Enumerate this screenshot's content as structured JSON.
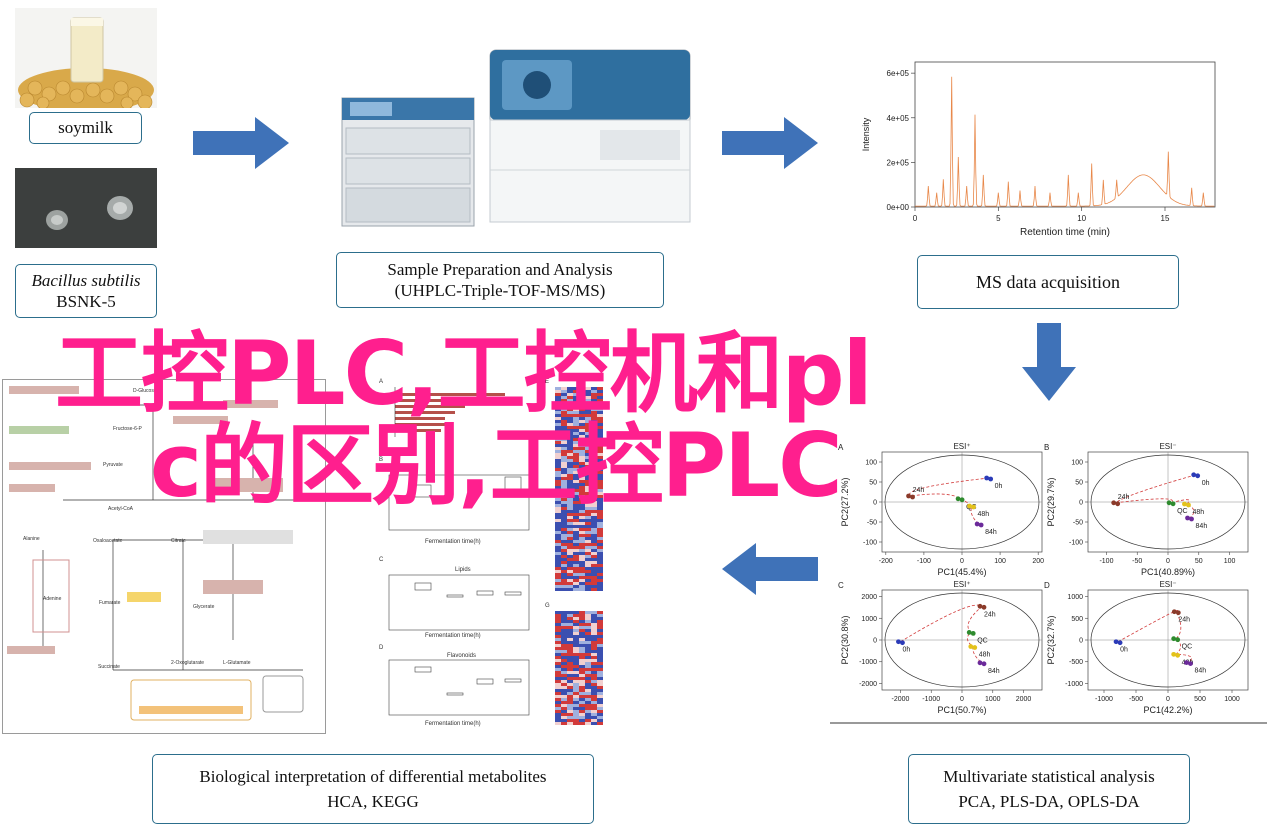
{
  "inputs": {
    "soymilk_label": "soymilk",
    "bacillus_italic": "Bacillus subtilis",
    "bacillus_strain": "BSNK-5"
  },
  "steps": {
    "sample_title": "Sample Preparation and Analysis",
    "sample_sub": "(UHPLC-Triple-TOF-MS/MS)",
    "ms_title": "MS data acquisition",
    "bio_title": "Biological interpretation of differential metabolites",
    "bio_sub": "HCA, KEGG",
    "multi_title": "Multivariate statistical analysis",
    "multi_sub": "PCA, PLS-DA, OPLS-DA"
  },
  "overlay": {
    "line1": "工控PLC,工控机和pl",
    "line2": "c的区别,工控PLC"
  },
  "colors": {
    "arrow": "#3f72b8",
    "box_border": "#2c6e8c",
    "overlay": "#ff1f8e",
    "spectrum": "#e8884a"
  },
  "chart_data": [
    {
      "type": "line",
      "xlabel": "Retention time (min)",
      "ylabel": "Intensity",
      "x_ticks": [
        "0",
        "5",
        "10",
        "15"
      ],
      "y_ticks": [
        "0e+00",
        "2e+05",
        "4e+05",
        "6e+05"
      ],
      "xlim": [
        0,
        18
      ],
      "ylim": [
        0,
        650000
      ],
      "peaks": [
        {
          "x": 0.8,
          "y": 90000
        },
        {
          "x": 1.3,
          "y": 60000
        },
        {
          "x": 1.7,
          "y": 120000
        },
        {
          "x": 2.2,
          "y": 580000
        },
        {
          "x": 2.6,
          "y": 220000
        },
        {
          "x": 3.1,
          "y": 90000
        },
        {
          "x": 3.6,
          "y": 410000
        },
        {
          "x": 4.1,
          "y": 140000
        },
        {
          "x": 5.0,
          "y": 60000
        },
        {
          "x": 5.6,
          "y": 110000
        },
        {
          "x": 6.3,
          "y": 70000
        },
        {
          "x": 7.2,
          "y": 90000
        },
        {
          "x": 8.1,
          "y": 60000
        },
        {
          "x": 9.2,
          "y": 140000
        },
        {
          "x": 9.8,
          "y": 60000
        },
        {
          "x": 10.6,
          "y": 190000
        },
        {
          "x": 11.3,
          "y": 110000
        },
        {
          "x": 12.1,
          "y": 80000
        },
        {
          "x": 15.2,
          "y": 200000
        },
        {
          "x": 16.6,
          "y": 80000
        },
        {
          "x": 17.3,
          "y": 60000
        }
      ],
      "hump": {
        "center": 13.7,
        "height": 140000,
        "width": 1.4
      }
    },
    {
      "type": "scatter",
      "panel": "A",
      "title": "ESI⁺",
      "xlabel": "PC1(45.4%)",
      "ylabel": "PC2(27.2%)",
      "x_ticks": [
        "-200",
        "-100",
        "0",
        "100",
        "200"
      ],
      "y_ticks": [
        "100",
        "50",
        "0",
        "-50",
        "-100"
      ],
      "xlim": [
        -210,
        210
      ],
      "ylim": [
        -125,
        125
      ],
      "groups": [
        {
          "name": "0h",
          "x": 70,
          "y": 60,
          "color": "#2b3bb8"
        },
        {
          "name": "24h",
          "x": -135,
          "y": 15,
          "color": "#8b3a2a"
        },
        {
          "name": "QC",
          "x": -5,
          "y": 8,
          "color": "#2e8b2e"
        },
        {
          "name": "48h",
          "x": 25,
          "y": -10,
          "color": "#e3c21b"
        },
        {
          "name": "84h",
          "x": 45,
          "y": -55,
          "color": "#6b2a9a"
        }
      ]
    },
    {
      "type": "scatter",
      "panel": "B",
      "title": "ESI⁻",
      "xlabel": "PC1(40.89%)",
      "ylabel": "PC2(29.7%)",
      "x_ticks": [
        "-100",
        "-50",
        "0",
        "50",
        "100"
      ],
      "y_ticks": [
        "100",
        "50",
        "0",
        "-50",
        "-100"
      ],
      "xlim": [
        -130,
        130
      ],
      "ylim": [
        -125,
        125
      ],
      "groups": [
        {
          "name": "0h",
          "x": 45,
          "y": 68,
          "color": "#2b3bb8"
        },
        {
          "name": "24h",
          "x": -85,
          "y": -2,
          "color": "#8b3a2a"
        },
        {
          "name": "QC",
          "x": 5,
          "y": -2,
          "color": "#2e8b2e"
        },
        {
          "name": "48h",
          "x": 30,
          "y": -5,
          "color": "#e3c21b"
        },
        {
          "name": "84h",
          "x": 35,
          "y": -40,
          "color": "#6b2a9a"
        }
      ]
    },
    {
      "type": "scatter",
      "panel": "C",
      "title": "ESI⁺",
      "xlabel": "PC1(50.7%)",
      "ylabel": "PC2(30.8%)",
      "x_ticks": [
        "-2000",
        "-1000",
        "0",
        "1000",
        "2000"
      ],
      "y_ticks": [
        "2000",
        "1000",
        "0",
        "-1000",
        "-2000"
      ],
      "xlim": [
        -2600,
        2600
      ],
      "ylim": [
        -2300,
        2300
      ],
      "groups": [
        {
          "name": "0h",
          "x": -2000,
          "y": -80,
          "color": "#2b3bb8"
        },
        {
          "name": "24h",
          "x": 650,
          "y": 1550,
          "color": "#8b3a2a"
        },
        {
          "name": "QC",
          "x": 300,
          "y": 350,
          "color": "#2e8b2e"
        },
        {
          "name": "48h",
          "x": 350,
          "y": -300,
          "color": "#e3c21b"
        },
        {
          "name": "84h",
          "x": 650,
          "y": -1050,
          "color": "#6b2a9a"
        }
      ]
    },
    {
      "type": "scatter",
      "panel": "D",
      "title": "ESI⁻",
      "xlabel": "PC1(42.2%)",
      "ylabel": "PC2(32.7%)",
      "x_ticks": [
        "-1000",
        "-500",
        "0",
        "500",
        "1000"
      ],
      "y_ticks": [
        "1000",
        "500",
        "0",
        "-500",
        "-1000"
      ],
      "xlim": [
        -1250,
        1250
      ],
      "ylim": [
        -1150,
        1150
      ],
      "groups": [
        {
          "name": "0h",
          "x": -780,
          "y": -40,
          "color": "#2b3bb8"
        },
        {
          "name": "24h",
          "x": 130,
          "y": 650,
          "color": "#8b3a2a"
        },
        {
          "name": "QC",
          "x": 120,
          "y": 30,
          "color": "#2e8b2e"
        },
        {
          "name": "48h",
          "x": 120,
          "y": -330,
          "color": "#e3c21b"
        },
        {
          "name": "84h",
          "x": 320,
          "y": -520,
          "color": "#6b2a9a"
        }
      ]
    }
  ]
}
